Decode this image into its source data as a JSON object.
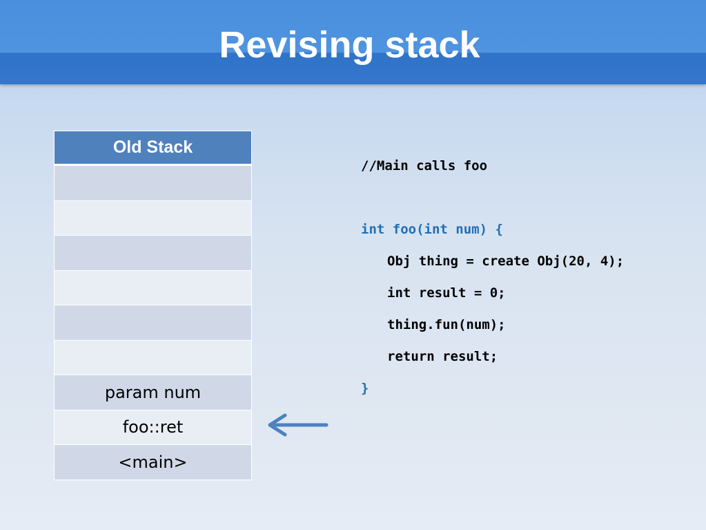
{
  "title": "Revising stack",
  "stack_table": {
    "header": "Old Stack",
    "rows": [
      "",
      "",
      "",
      "",
      "",
      "",
      "param num",
      "foo::ret",
      "<main>"
    ]
  },
  "code": {
    "comment": "//Main calls foo",
    "signature": "int foo(int num)",
    "open_brace": "{",
    "body": [
      "Obj thing = create Obj(20, 4);",
      "int result = 0;",
      "thing.fun(num);",
      "return result;"
    ],
    "close_brace": "}"
  },
  "colors": {
    "header_blue": "#4a8fdd",
    "table_header": "#4f81bd",
    "row_dark": "#d0d8e8",
    "row_light": "#e9edf4",
    "code_blue": "#1f6fb5",
    "arrow": "#4f81bd"
  }
}
